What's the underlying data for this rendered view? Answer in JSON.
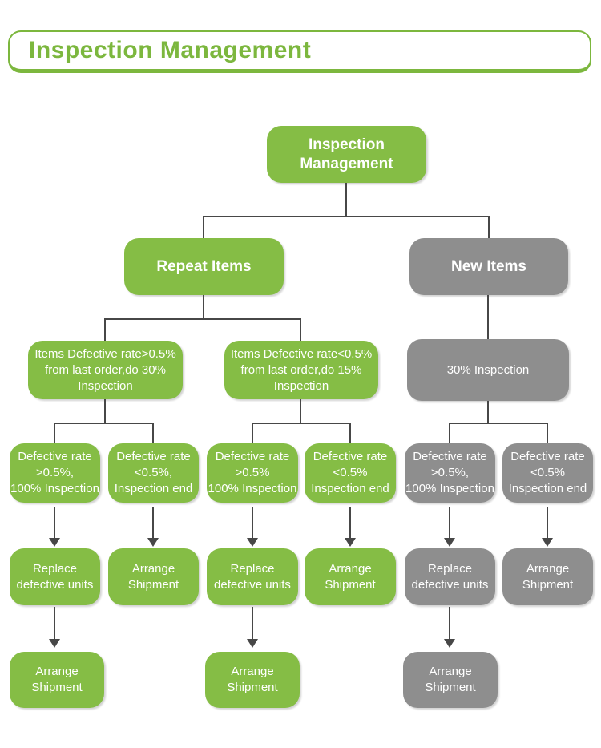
{
  "header": {
    "title": "Inspection Management"
  },
  "colors": {
    "green": "#85bd45",
    "gray": "#8e8e8e",
    "line": "#474747",
    "header_green": "#7cb73e"
  },
  "nodes": {
    "root": "Inspection\nManagement",
    "repeat_items": "Repeat Items",
    "new_items": "New Items",
    "repeat_defect_high": "Items Defective rate>0.5%\nfrom last order,do 30%\nInspection",
    "repeat_defect_low": "Items Defective rate<0.5%\nfrom last order,do 15%\nInspection",
    "new_inspection": "30% Inspection",
    "r4c1": "Defective rate\n>0.5%,\n100% Inspection",
    "r4c2": "Defective rate\n<0.5%,\nInspection end",
    "r4c3": "Defective rate\n>0.5%\n100% Inspection",
    "r4c4": "Defective rate\n<0.5%\nInspection end",
    "r4c5": "Defective rate\n>0.5%,\n100% Inspection",
    "r4c6": "Defective rate\n<0.5%\nInspection end",
    "r5c1": "Replace\ndefective units",
    "r5c2": "Arrange\nShipment",
    "r5c3": "Replace\ndefective units",
    "r5c4": "Arrange\nShipment",
    "r5c5": "Replace\ndefective units",
    "r5c6": "Arrange\nShipment",
    "r6c1": "Arrange\nShipment",
    "r6c3": "Arrange\nShipment",
    "r6c5": "Arrange\nShipment"
  }
}
